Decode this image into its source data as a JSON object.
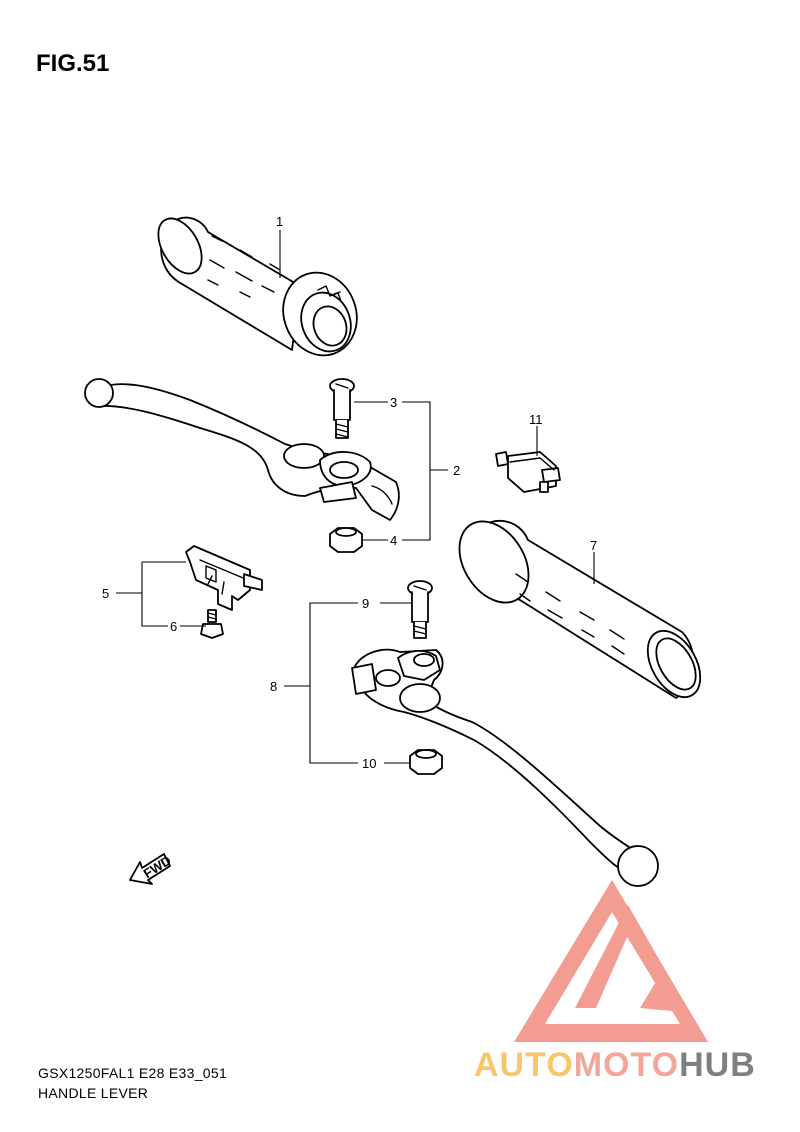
{
  "figure": {
    "title": "FIG.51"
  },
  "caption": {
    "model": "GSX1250FAL1 E28 E33_051",
    "name": "HANDLE LEVER"
  },
  "callouts": [
    "1",
    "2",
    "3",
    "4",
    "5",
    "6",
    "7",
    "8",
    "9",
    "10",
    "11"
  ],
  "fwd_marker": "FWD",
  "watermark": {
    "part1": "AUTO",
    "part2": "MOTO",
    "part3": "HUB",
    "colors": {
      "auto": "#f7c86a",
      "moto": "#f3a79a",
      "hub": "#7f7f7f",
      "triangle": "#f08b80"
    }
  }
}
